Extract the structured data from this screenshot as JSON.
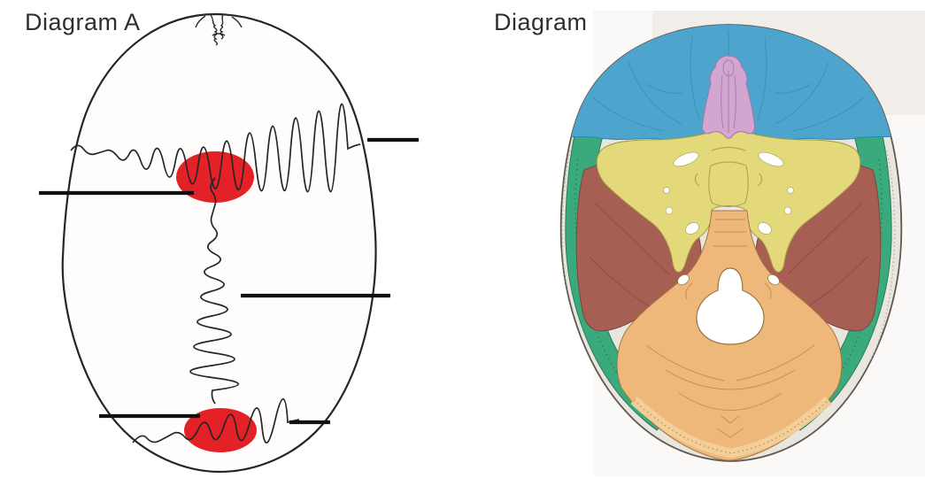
{
  "diagram_a": {
    "title": "Diagram A",
    "alt": "unlabeled-skull-superior-view-with-sutures-and-red-fontanelle-markers",
    "marker_color": "#e42127",
    "outline_color": "#262626",
    "leader_line_color": "#101010",
    "leader_lines": [
      {
        "label": ""
      },
      {
        "label": ""
      },
      {
        "label": ""
      },
      {
        "label": ""
      },
      {
        "label": ""
      }
    ]
  },
  "diagram_b": {
    "title": "Diagram B",
    "alt": "color-coded-skull-base-internal-view",
    "scan_background": "#f1eeea",
    "regions": [
      {
        "name": "blue-region",
        "color": "#4da5cd"
      },
      {
        "name": "pink-region",
        "color": "#d3a6d2"
      },
      {
        "name": "yellow-region",
        "color": "#e3d97b"
      },
      {
        "name": "green-region",
        "color": "#3aa97c"
      },
      {
        "name": "red-brown-region",
        "color": "#a75e53"
      },
      {
        "name": "orange-region",
        "color": "#eeb87b"
      },
      {
        "name": "rim-color",
        "color": "#e9e5df"
      },
      {
        "name": "foramen-color",
        "color": "#ffffff"
      }
    ]
  }
}
